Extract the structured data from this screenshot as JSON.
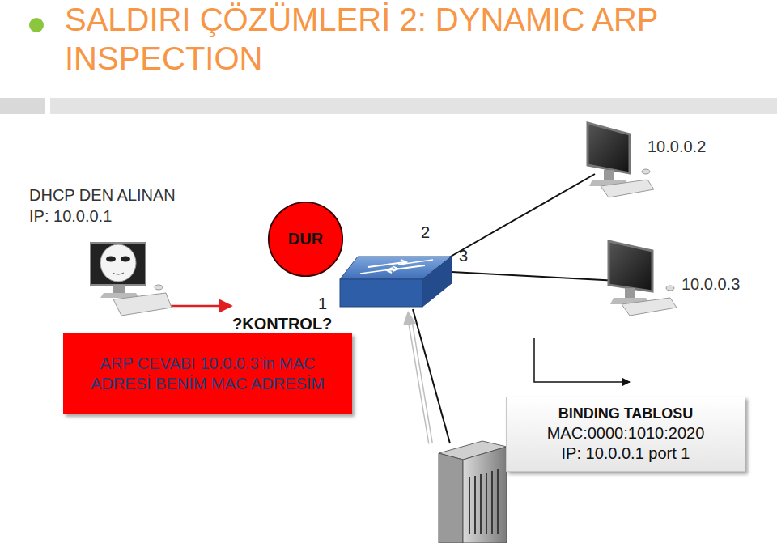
{
  "diagram": {
    "title": "SALDIRI ÇÖZÜMLERİ 2: DYNAMIC ARP INSPECTION",
    "nodes": [
      {
        "text": [
          "DUR"
        ]
      },
      {
        "text": [
          "ARP CEVABI 10.0.0.3’in MAC ADRESİ BENİM MAC ADRESİM"
        ]
      },
      {
        "text": [
          "BINDING TABLOSU",
          "MAC:0000:1010:2020",
          "IP: 10.0.0.1 port 1"
        ]
      }
    ],
    "labels": [
      "DHCP DEN ALINAN IP: 10.0.0.1",
      "1",
      "?KONTROL?",
      "2",
      "3",
      "10.0.0.2",
      "10.0.0.3"
    ]
  }
}
